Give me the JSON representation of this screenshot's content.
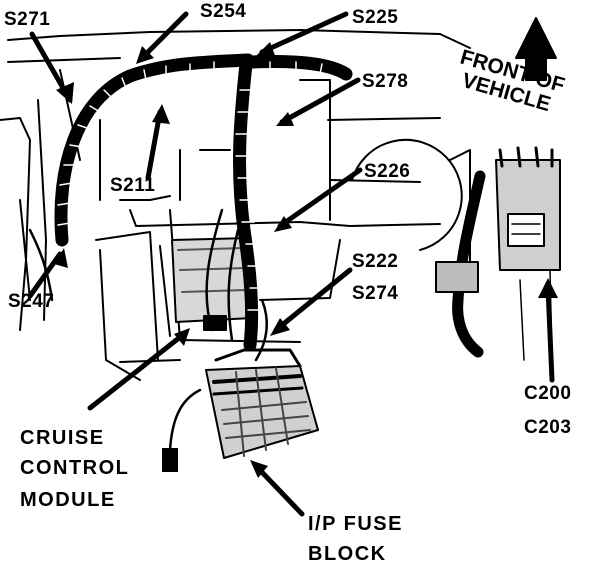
{
  "diagram": {
    "connectors": {
      "s271": "S271",
      "s254": "S254",
      "s225": "S225",
      "s278": "S278",
      "s211": "S211",
      "s226": "S226",
      "s247": "S247",
      "s222": "S222",
      "s274": "S274",
      "c200": "C200",
      "c203": "C203"
    },
    "orientation": {
      "line1": "FRONT OF",
      "line2": "VEHICLE"
    },
    "components": {
      "cruise_line1": "CRUISE",
      "cruise_line2": "CONTROL",
      "cruise_line3": "MODULE",
      "fuse_line1": "I/P FUSE",
      "fuse_line2": "BLOCK"
    }
  }
}
